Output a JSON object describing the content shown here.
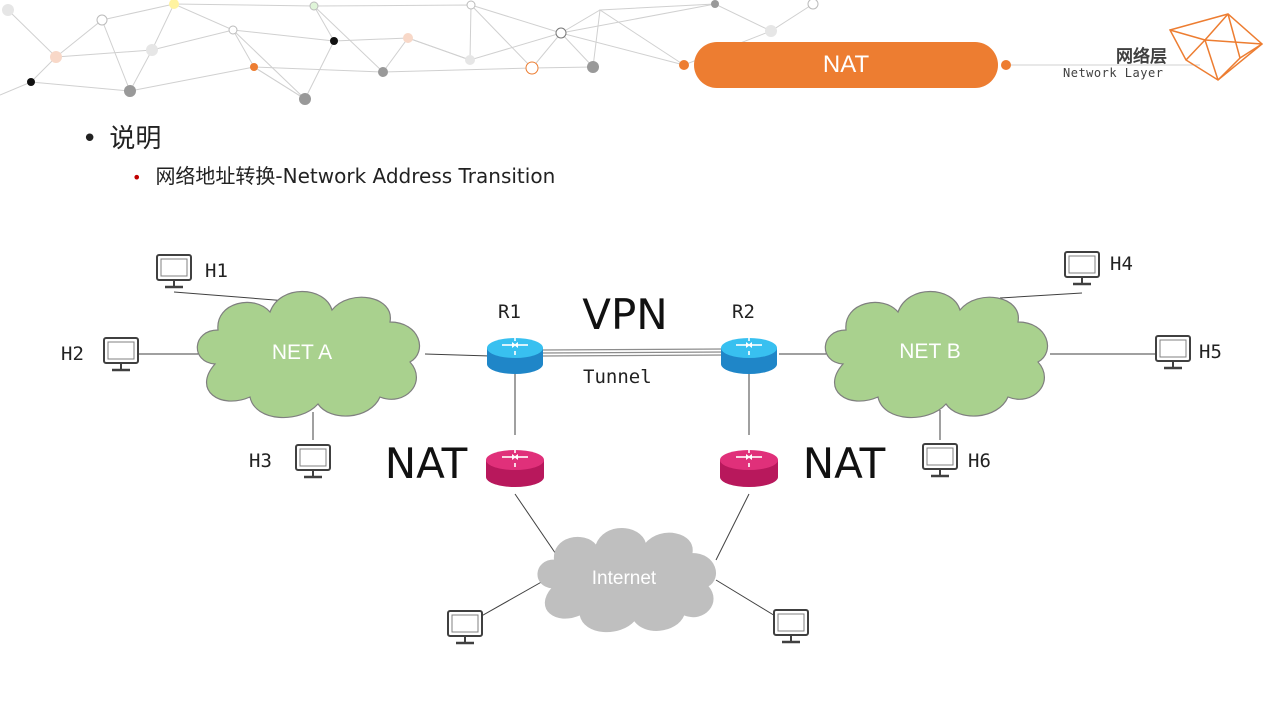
{
  "header": {
    "title": "NAT",
    "layer_cn": "网络层",
    "layer_en": "Network Layer"
  },
  "content": {
    "heading": "说明",
    "subitem": "网络地址转换-Network Address Transition"
  },
  "diagram": {
    "clouds": {
      "net_a": "NET A",
      "net_b": "NET B",
      "internet": "Internet"
    },
    "routers": {
      "r1": "R1",
      "r2": "R2"
    },
    "vpn_label": "VPN",
    "tunnel_label": "Tunnel",
    "nat_left": "NAT",
    "nat_right": "NAT",
    "hosts": {
      "h1": "H1",
      "h2": "H2",
      "h3": "H3",
      "h4": "H4",
      "h5": "H5",
      "h6": "H6"
    }
  },
  "colors": {
    "accent": "#ed7d31",
    "cloud_green": "#a9d18e",
    "cloud_gray": "#bfbfbf",
    "router_blue": "#2ea3e0",
    "nat_magenta": "#d6246e",
    "bullet_red": "#c00000"
  }
}
